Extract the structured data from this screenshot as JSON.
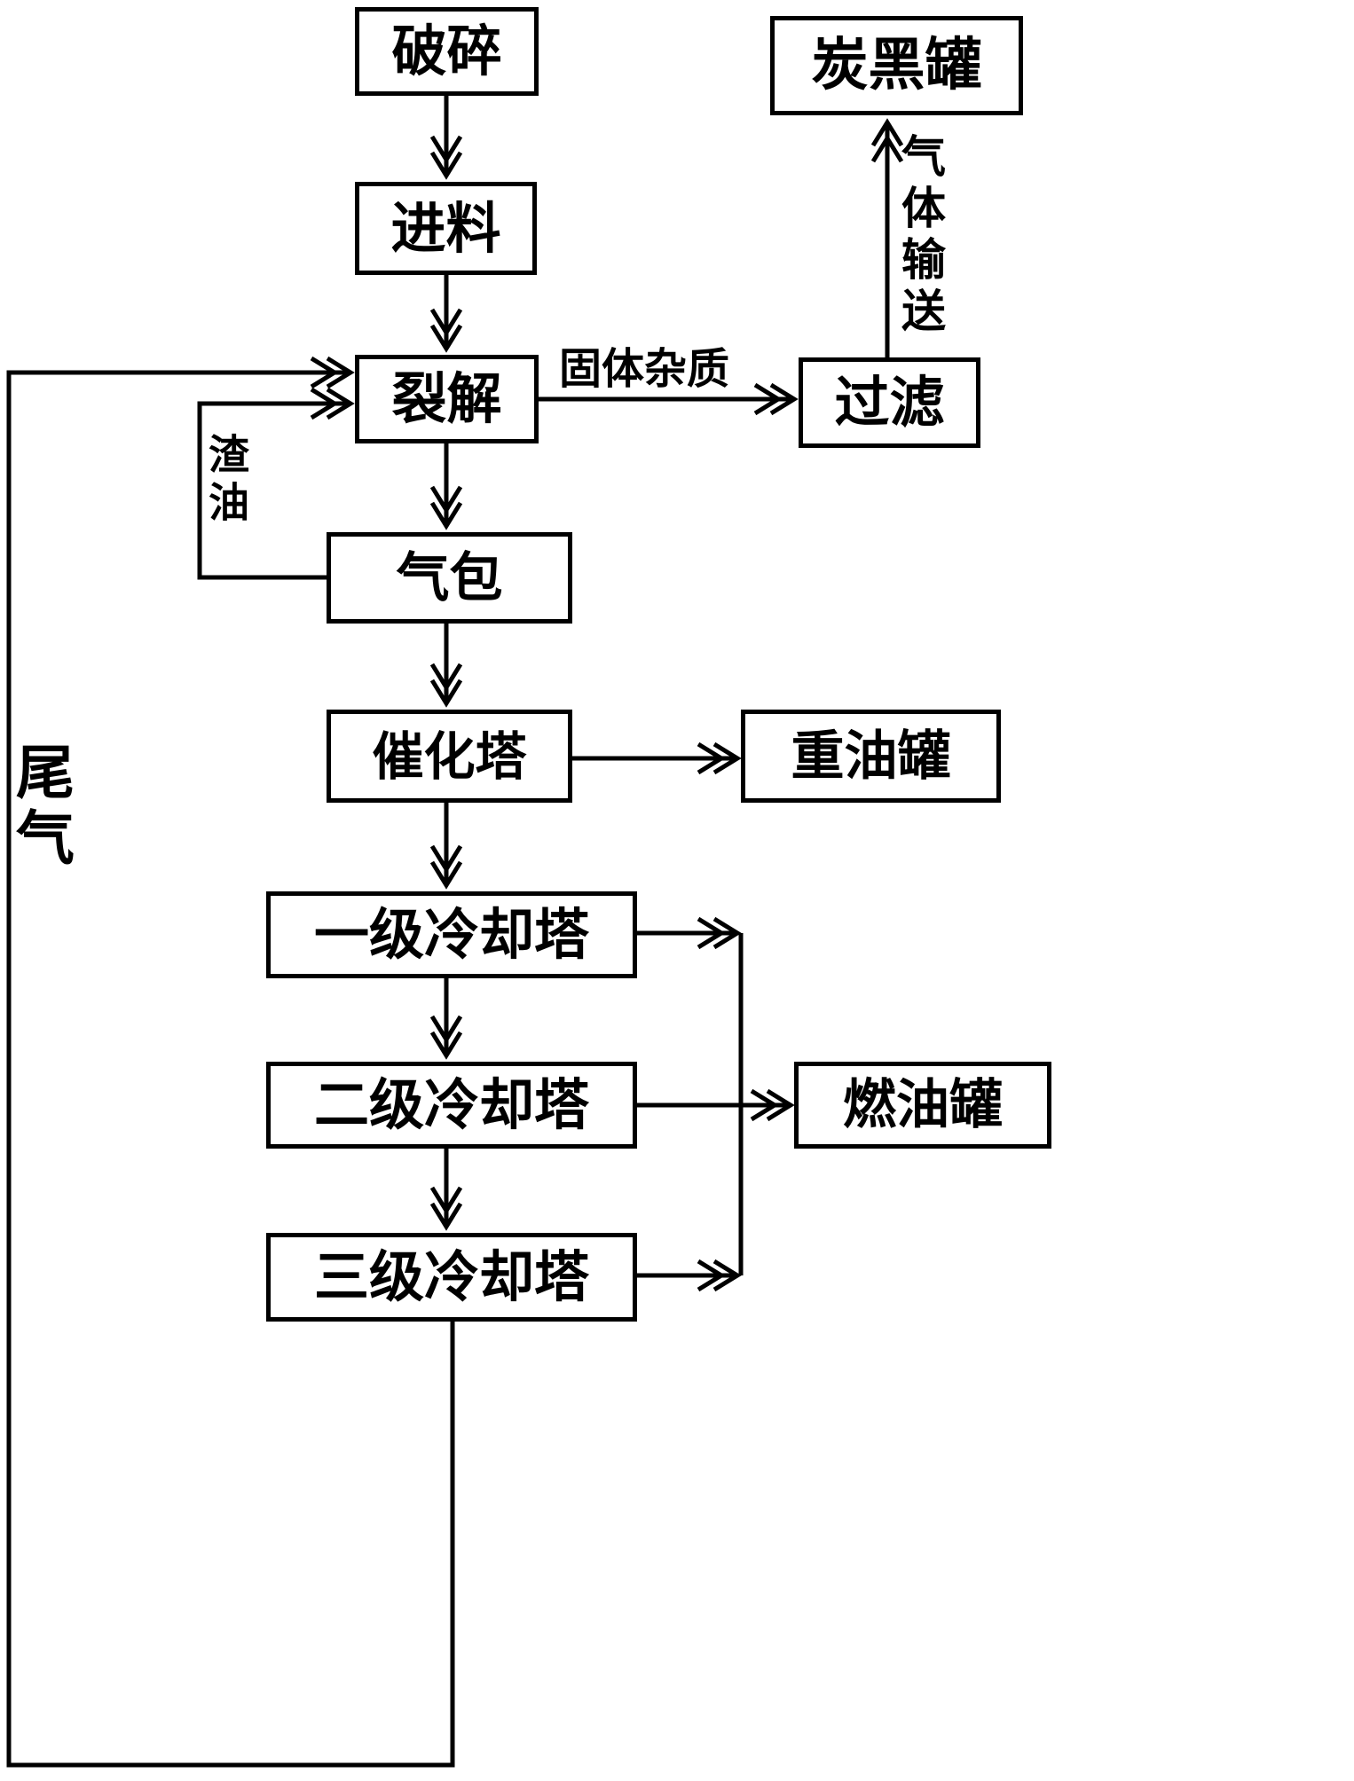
{
  "diagram": {
    "title": "tire-pyrolysis-process-flowchart",
    "background_color": "#ffffff",
    "line_color": "#000000",
    "nodes": {
      "crush": {
        "label": "破碎"
      },
      "feed": {
        "label": "进料"
      },
      "pyrolysis": {
        "label": "裂解"
      },
      "gas_bag": {
        "label": "气包"
      },
      "catalytic_tower": {
        "label": "催化塔"
      },
      "cooling_tower_1": {
        "label": "一级冷却塔"
      },
      "cooling_tower_2": {
        "label": "二级冷却塔"
      },
      "cooling_tower_3": {
        "label": "三级冷却塔"
      },
      "carbon_black_tank": {
        "label": "炭黑罐"
      },
      "filter": {
        "label": "过滤"
      },
      "heavy_oil_tank": {
        "label": "重油罐"
      },
      "fuel_oil_tank": {
        "label": "燃油罐"
      }
    },
    "edge_labels": {
      "solid_impurities": "固体杂质",
      "gas_transport": "气体输送",
      "residue_oil": "渣油",
      "tail_gas": "尾气"
    }
  }
}
